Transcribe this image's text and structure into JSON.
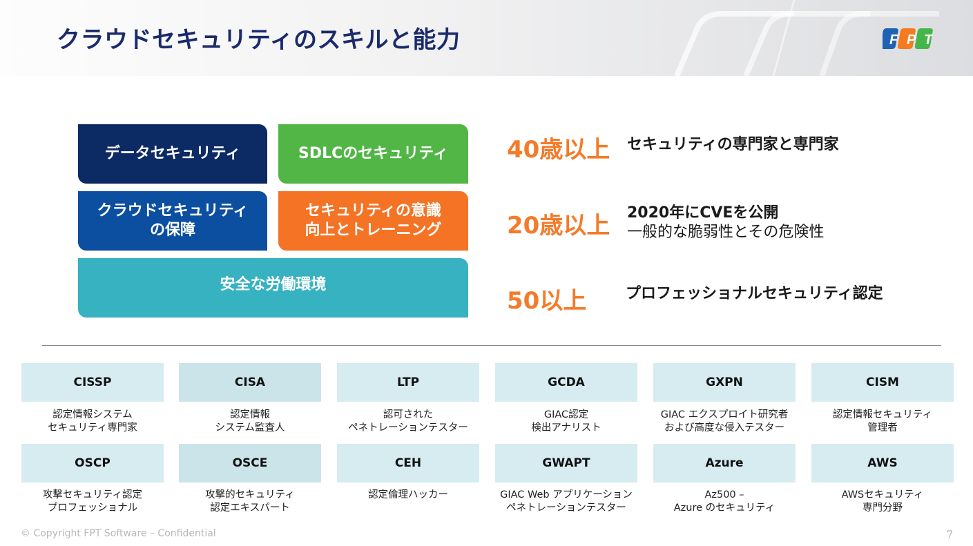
{
  "header": {
    "title": "クラウドセキュリティのスキルと能力"
  },
  "logo": {
    "letters": [
      "F",
      "P",
      "T"
    ],
    "colors": [
      "#1f61b3",
      "#f47b20",
      "#45b649"
    ]
  },
  "blocks": [
    {
      "label": "データセキュリティ",
      "color": "#0c2a63"
    },
    {
      "label": "SDLCのセキュリティ",
      "color": "#52b646"
    },
    {
      "label": "クラウドセキュリティ\nの保障",
      "color": "#0c4fa0"
    },
    {
      "label": "セキュリティの意識\n向上とトレーニング",
      "color": "#f47325"
    },
    {
      "label": "安全な労働環境",
      "color": "#36b2c1"
    }
  ],
  "stats": [
    {
      "num": "40歳以上",
      "text": "セキュリティの専門家と専門家"
    },
    {
      "num": "20歳以上",
      "text": "2020年にCVEを公開",
      "sub": "一般的な脆弱性とその危険性"
    },
    {
      "num": "50以上",
      "text": "プロフェッショナルセキュリティ認定"
    }
  ],
  "certs": [
    {
      "name": "CISSP",
      "desc": "認定情報システム\nセキュリティ専門家"
    },
    {
      "name": "CISA",
      "desc": "認定情報\nシステム監査人"
    },
    {
      "name": "LTP",
      "desc": "認可された\nペネトレーションテスター"
    },
    {
      "name": "GCDA",
      "desc": "GIAC認定\n検出アナリスト"
    },
    {
      "name": "GXPN",
      "desc": "GIAC エクスプロイト研究者\nおよび高度な侵入テスター"
    },
    {
      "name": "CISM",
      "desc": "認定情報セキュリティ\n管理者"
    },
    {
      "name": "OSCP",
      "desc": "攻撃セキュリティ認定\nプロフェッショナル"
    },
    {
      "name": "OSCE",
      "desc": "攻撃的セキュリティ\n認定エキスパート"
    },
    {
      "name": "CEH",
      "desc": "認定倫理ハッカー"
    },
    {
      "name": "GWAPT",
      "desc": "GIAC Web アプリケーション\nペネトレーションテスター"
    },
    {
      "name": "Azure",
      "desc": "Az500 –\nAzure のセキュリティ"
    },
    {
      "name": "AWS",
      "desc": "AWSセキュリティ\n専門分野"
    }
  ],
  "footer": {
    "copyright": "© Copyright FPT Software –  Confidential",
    "page": "7"
  }
}
